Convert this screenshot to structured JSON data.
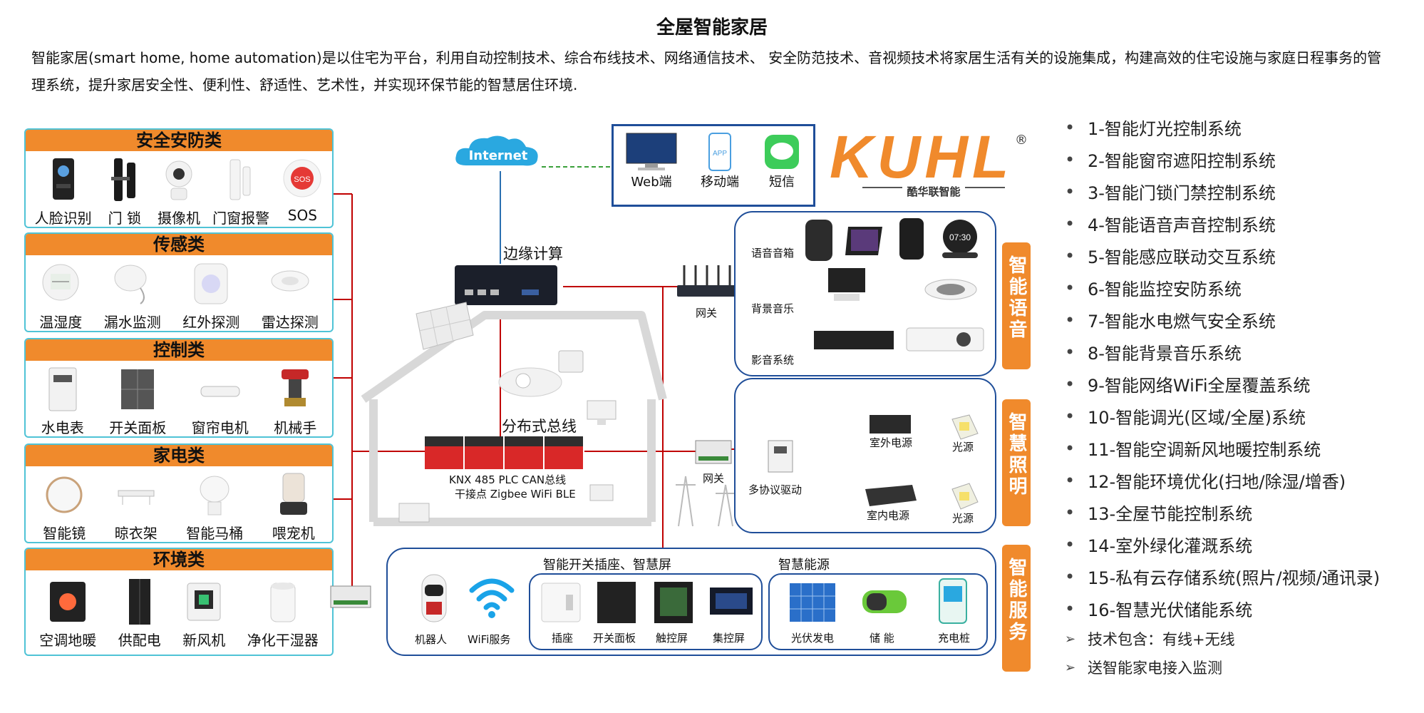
{
  "title": "全屋智能家居",
  "intro": "智能家居(smart home, home automation)是以住宅为平台，利用自动控制技术、综合布线技术、网络通信技术、 安全防范技术、音视频技术将家居生活有关的设施集成，构建高效的住宅设施与家庭日程事务的管理系统，提升家居安全性、便利性、舒适性、艺术性，并实现环保节能的智慧居住环境.",
  "categories": [
    {
      "title": "安全安防类",
      "items": [
        "人脸识别",
        "门 锁",
        "摄像机",
        "门窗报警",
        "SOS"
      ]
    },
    {
      "title": "传感类",
      "items": [
        "温湿度",
        "漏水监测",
        "红外探测",
        "雷达探测"
      ]
    },
    {
      "title": "控制类",
      "items": [
        "水电表",
        "开关面板",
        "窗帘电机",
        "机械手"
      ]
    },
    {
      "title": "家电类",
      "items": [
        "智能镜",
        "晾衣架",
        "智能马桶",
        "喂宠机"
      ]
    },
    {
      "title": "环境类",
      "items": [
        "空调地暖",
        "供配电",
        "新风机",
        "净化干湿器"
      ]
    }
  ],
  "network": {
    "internet": "Internet",
    "clients": [
      "Web端",
      "移动端",
      "短信"
    ],
    "app_icon_text": "APP",
    "edge": "边缘计算",
    "bus": "分布式总线",
    "bus_protocols_1": "KNX  485  PLC   CAN总线",
    "bus_protocols_2": "干接点 Zigbee  WiFi  BLE",
    "gateway": "网关"
  },
  "brand": {
    "logo": "KUHL",
    "registered": "®",
    "sub": "酷华联智能"
  },
  "voice": {
    "tag": "智能语音",
    "rows": [
      "语音音箱",
      "背景音乐",
      "影音系统"
    ],
    "clock": "07:30"
  },
  "lighting": {
    "tag": "智慧照明",
    "gateway": "网关",
    "driver": "多协议驱动",
    "outdoor_power": "室外电源",
    "indoor_power": "室内电源",
    "light_source": "光源"
  },
  "services": {
    "tag": "智能服务",
    "robot": "机器人",
    "wifi": "WiFi服务",
    "switch_group_title": "智能开关插座、智慧屏",
    "switch_items": [
      "插座",
      "开关面板",
      "触控屏",
      "集控屏"
    ],
    "energy_title": "智慧能源",
    "energy_items": [
      "光伏发电",
      "储 能",
      "充电桩"
    ]
  },
  "systems": [
    "1-智能灯光控制系统",
    "2-智能窗帘遮阳控制系统",
    "3-智能门锁门禁控制系统",
    "4-智能语音声音控制系统",
    "5-智能感应联动交互系统",
    "6-智能监控安防系统",
    "7-智能水电燃气安全系统",
    "8-智能背景音乐系统",
    "9-智能网络WiFi全屋覆盖系统",
    "10-智能调光(区域/全屋)系统",
    "11-智能空调新风地暖控制系统",
    "12-智能环境优化(扫地/除湿/增香)",
    "13-全屋节能控制系统",
    "14-室外绿化灌溉系统",
    "15-私有云存储系统(照片/视频/通讯录)",
    "16-智慧光伏储能系统"
  ],
  "notes": [
    "技术包含：有线+无线",
    "送智能家电接入监测"
  ],
  "bullet": "•",
  "arrow": "➢",
  "colors": {
    "accent": "#f08a2c",
    "panel_border": "#4fc3d6",
    "box_border": "#1f4e99",
    "line": "#c00000",
    "cloud": "#2aa8e0"
  }
}
